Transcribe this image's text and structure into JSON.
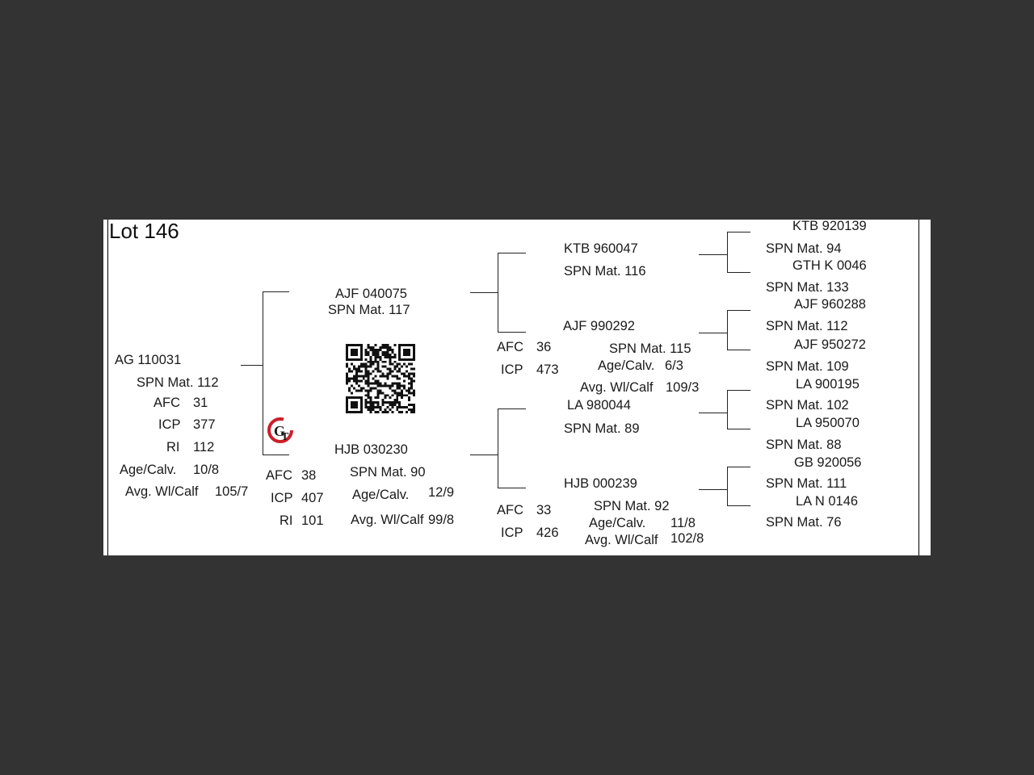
{
  "lot": "Lot 146",
  "subject": {
    "id": "AG  110031",
    "spn": "SPN Mat. 112",
    "stats": [
      {
        "label": "AFC",
        "value": "31"
      },
      {
        "label": "ICP",
        "value": "377"
      },
      {
        "label": "RI",
        "value": "112"
      },
      {
        "label": "Age/Calv.",
        "value": "10/8"
      },
      {
        "label": "Avg. Wl/Calf",
        "value": "105/7"
      }
    ]
  },
  "sire": {
    "id": "AJF 040075",
    "spn": "SPN Mat. 117"
  },
  "dam": {
    "id": "HJB 030230",
    "spn": "SPN Mat. 90",
    "stats_left": [
      {
        "label": "AFC",
        "value": "38"
      },
      {
        "label": "ICP",
        "value": "407"
      },
      {
        "label": "RI",
        "value": "101"
      }
    ],
    "stats_right": [
      {
        "label": "Age/Calv.",
        "value": "12/9"
      },
      {
        "label": "Avg. Wl/Calf",
        "value": "99/8"
      }
    ]
  },
  "grandparents": {
    "ss": {
      "id": "KTB 960047",
      "spn": "SPN Mat. 116"
    },
    "sd": {
      "id": "AJF 990292",
      "spn": "SPN Mat. 115",
      "afc": {
        "label": "AFC",
        "value": "36"
      },
      "icp": {
        "label": "ICP",
        "value": "473"
      },
      "age": {
        "label": "Age/Calv.",
        "value": "6/3"
      },
      "wl": {
        "label": "Avg. Wl/Calf",
        "value": "109/3"
      }
    },
    "ds": {
      "id": "LA  980044",
      "spn": "SPN Mat. 89"
    },
    "dd": {
      "id": "HJB 000239",
      "spn": "SPN Mat. 92",
      "afc": {
        "label": "AFC",
        "value": "33"
      },
      "icp": {
        "label": "ICP",
        "value": "426"
      },
      "age": {
        "label": "Age/Calv.",
        "value": "11/8"
      },
      "wl": {
        "label": "Avg. Wl/Calf",
        "value": "102/8"
      }
    }
  },
  "great_grandparents": [
    {
      "id": "KTB 920139",
      "spn": "SPN Mat. 94"
    },
    {
      "id": "GTH K 0046",
      "spn": "SPN Mat. 133"
    },
    {
      "id": "AJF 960288",
      "spn": "SPN Mat. 112"
    },
    {
      "id": "AJF 950272",
      "spn": "SPN Mat. 109"
    },
    {
      "id": "LA  900195",
      "spn": "SPN Mat. 102"
    },
    {
      "id": "LA  950070",
      "spn": "SPN Mat. 88"
    },
    {
      "id": "GB  920056",
      "spn": "SPN Mat. 111"
    },
    {
      "id": "LA  N 0146",
      "spn": "SPN Mat. 76"
    }
  ],
  "logo": {
    "text": "GT",
    "accent": "#cc1f2a"
  },
  "icons": {
    "qr": "qr-code-icon",
    "logo": "gt-logo-icon"
  }
}
